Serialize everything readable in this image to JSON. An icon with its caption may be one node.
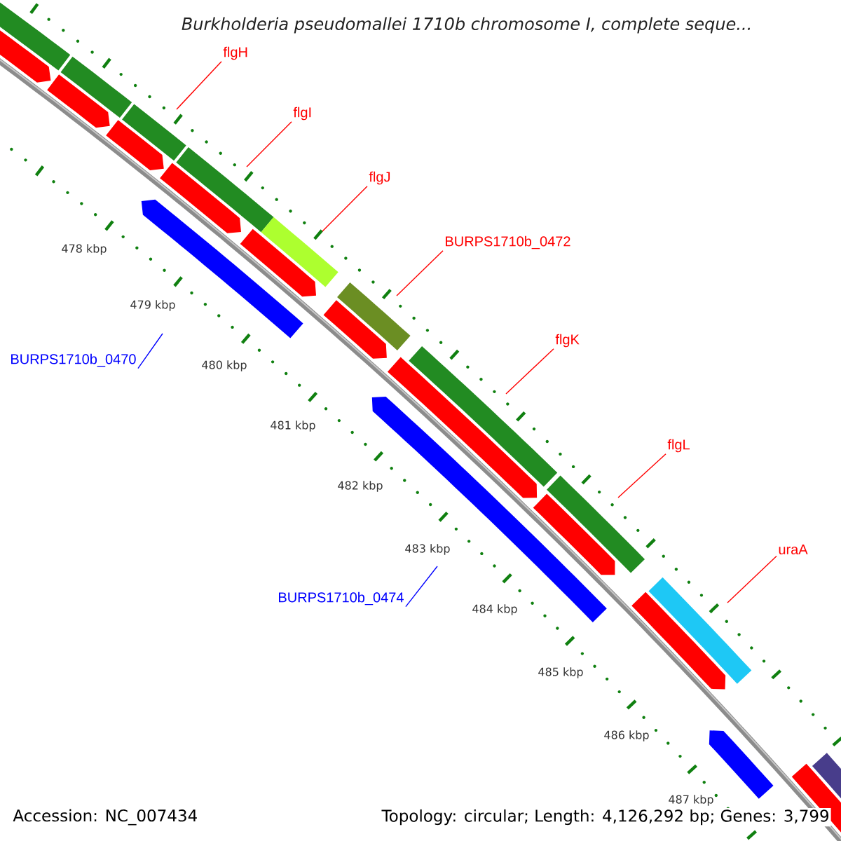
{
  "diagram": {
    "title": "Burkholderia pseudomallei 1710b chromosome I, complete seque...",
    "nodes": [
      {
        "text": [
          "flgH"
        ]
      },
      {
        "text": [
          "flgI"
        ]
      },
      {
        "text": [
          "flgJ"
        ]
      },
      {
        "text": [
          "BURPS1710b_0472"
        ]
      },
      {
        "text": [
          "flgK"
        ]
      },
      {
        "text": [
          "flgL"
        ]
      },
      {
        "text": [
          "uraA"
        ]
      },
      {
        "text": [
          "BURPS1710b_0470"
        ]
      },
      {
        "text": [
          "BURPS1710b_0474"
        ]
      }
    ],
    "edges": [
      {
        "from": 0,
        "to": null,
        "arrow": "none"
      },
      {
        "from": 1,
        "to": null,
        "arrow": "none"
      },
      {
        "from": 2,
        "to": null,
        "arrow": "none"
      },
      {
        "from": 3,
        "to": null,
        "arrow": "none"
      },
      {
        "from": 4,
        "to": null,
        "arrow": "none"
      },
      {
        "from": 5,
        "to": null,
        "arrow": "none"
      },
      {
        "from": 6,
        "to": null,
        "arrow": "none"
      },
      {
        "from": 7,
        "to": null,
        "arrow": "none",
        "color": "#0000ff"
      },
      {
        "from": 8,
        "to": null,
        "arrow": "none",
        "color": "#0000ff"
      }
    ],
    "labels": [
      "478 kbp",
      "479 kbp",
      "480 kbp",
      "481 kbp",
      "482 kbp",
      "483 kbp",
      "484 kbp",
      "485 kbp",
      "486 kbp",
      "487 kbp",
      "Accession: NC_007434",
      "Topology: circular; Length: 4,126,292 bp; Genes: 3,799"
    ]
  }
}
